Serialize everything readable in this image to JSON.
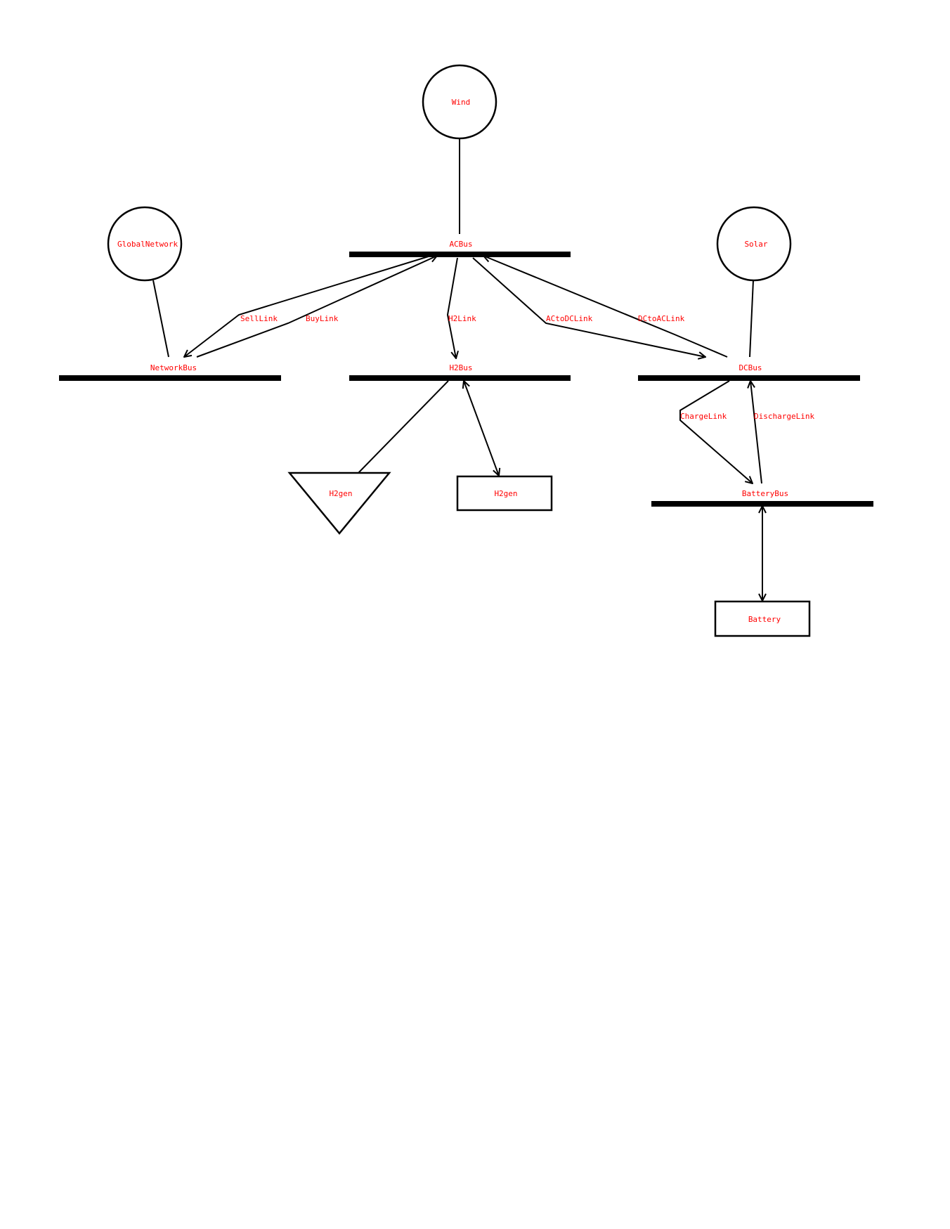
{
  "label_color": "#ff0000",
  "line_color": "#000000",
  "nodes": {
    "wind": "Wind",
    "global_network": "GlobalNetwork",
    "solar": "Solar",
    "ac_bus": "ACBus",
    "network_bus": "NetworkBus",
    "h2_bus": "H2Bus",
    "dc_bus": "DCBus",
    "battery_bus": "BatteryBus",
    "h2gen_load": "H2gen",
    "h2gen_store": "H2gen",
    "battery": "Battery"
  },
  "links": {
    "sell": "SellLink",
    "buy": "BuyLink",
    "h2": "H2Link",
    "ac_to_dc": "ACtoDCLink",
    "dc_to_ac": "DCtoACLink",
    "charge": "ChargeLink",
    "discharge": "DischargeLink"
  }
}
